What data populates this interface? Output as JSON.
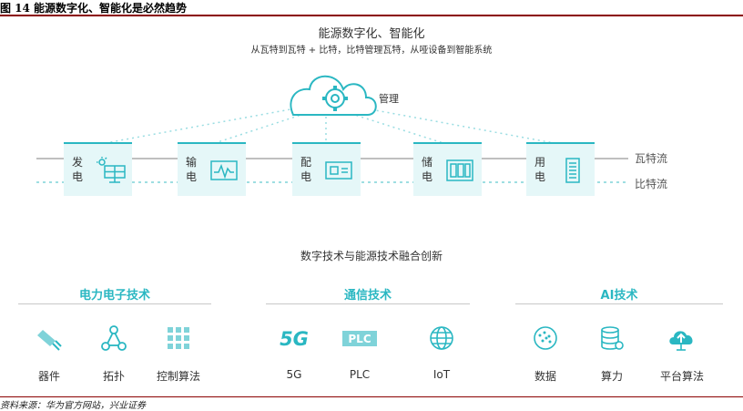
{
  "figure": {
    "caption": "图 14 能源数字化、智能化是必然趋势",
    "source": "资料来源：华为官方网站，兴业证券"
  },
  "diagram": {
    "title": "能源数字化、智能化",
    "subtitle": "从瓦特到瓦特 + 比特，比特管理瓦特，从哑设备到智能系统",
    "cloud_label": "管理",
    "lines": {
      "watt": "瓦特流",
      "bit": "比特流"
    },
    "stations": [
      {
        "label": "发电",
        "icon": "solar-panel-icon"
      },
      {
        "label": "输电",
        "icon": "waveform-monitor-icon"
      },
      {
        "label": "配电",
        "icon": "distribution-box-icon"
      },
      {
        "label": "储电",
        "icon": "battery-storage-icon"
      },
      {
        "label": "用电",
        "icon": "power-cabinet-icon"
      }
    ],
    "fusion_title": "数字技术与能源技术融合创新",
    "groups": [
      {
        "title": "电力电子技术",
        "items": [
          {
            "label": "器件",
            "icon": "chip-device-icon"
          },
          {
            "label": "拓扑",
            "icon": "topology-icon"
          },
          {
            "label": "控制算法",
            "icon": "grid-algorithm-icon"
          }
        ]
      },
      {
        "title": "通信技术",
        "items": [
          {
            "label": "5G",
            "icon": "5g-icon",
            "mark": "5G"
          },
          {
            "label": "PLC",
            "icon": "plc-icon",
            "mark": "PLC"
          },
          {
            "label": "IoT",
            "icon": "globe-icon"
          }
        ]
      },
      {
        "title": "AI技术",
        "items": [
          {
            "label": "数据",
            "icon": "data-scatter-icon"
          },
          {
            "label": "算力",
            "icon": "database-icon"
          },
          {
            "label": "平台算法",
            "icon": "cloud-upload-icon"
          }
        ]
      }
    ],
    "colors": {
      "accent": "#2ab7c2",
      "station_fill": "#e5f7f8",
      "rule": "#8b0000"
    }
  }
}
